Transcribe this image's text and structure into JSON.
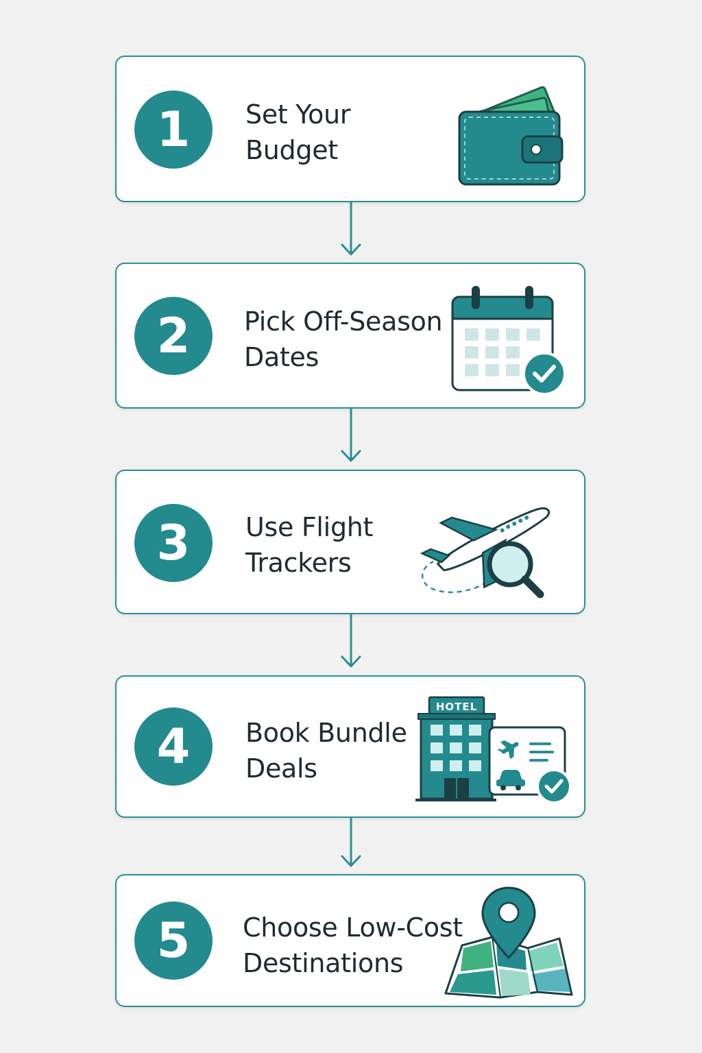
{
  "steps": [
    {
      "number": "1",
      "title": "Set Your\nBudget",
      "icon": "wallet-icon"
    },
    {
      "number": "2",
      "title": "Pick Off-Season\nDates",
      "icon": "calendar-check-icon"
    },
    {
      "number": "3",
      "title": "Use Flight\nTrackers",
      "icon": "airplane-search-icon"
    },
    {
      "number": "4",
      "title": "Book Bundle\nDeals",
      "icon": "hotel-bundle-icon"
    },
    {
      "number": "5",
      "title": "Choose Low-Cost\nDestinations",
      "icon": "map-pin-icon"
    }
  ],
  "icons": {
    "hotel_sign": "HOTEL"
  },
  "colors": {
    "teal": "#238a8e",
    "border": "#2a8f93",
    "text": "#1f2a30",
    "light_teal": "#cfe6e6",
    "money_green": "#3fb27f",
    "background": "#f1f1f1"
  }
}
